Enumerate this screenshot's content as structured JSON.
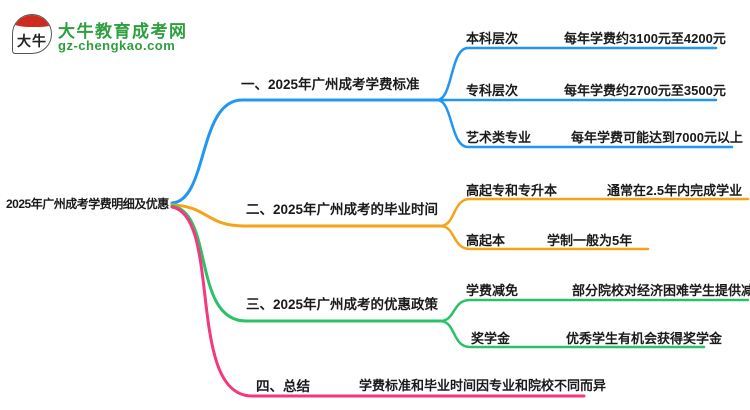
{
  "logo": {
    "icon_text": "大牛",
    "site_name": "大牛教育成考网",
    "site_url": "gz-chengkao.com"
  },
  "root": {
    "title": "2025年广州成考学费明细及优惠"
  },
  "branches": [
    {
      "label": "一、2025年广州成考学费标准",
      "color": "#2196F3",
      "children": [
        {
          "label": "本科层次",
          "value": "每年学费约3100元至4200元"
        },
        {
          "label": "专科层次",
          "value": "每年学费约2700元至3500元"
        },
        {
          "label": "艺术类专业",
          "value": "每年学费可能达到7000元以上"
        }
      ]
    },
    {
      "label": "二、2025年广州成考的毕业时间",
      "color": "#F5A31A",
      "children": [
        {
          "label": "高起专和专升本",
          "value": "通常在2.5年内完成学业"
        },
        {
          "label": "高起本",
          "value": "学制一般为5年"
        }
      ]
    },
    {
      "label": "三、2025年广州成考的优惠政策",
      "color": "#2BC168",
      "children": [
        {
          "label": "学费减免",
          "value": "部分院校对经济困难学生提供减免"
        },
        {
          "label": "奖学金",
          "value": "优秀学生有机会获得奖学金"
        }
      ]
    },
    {
      "label": "四、总结",
      "color": "#F5377E",
      "summary": "学费标准和毕业时间因专业和院校不同而异",
      "children": []
    }
  ],
  "colors": {
    "logo_green": "#2E9E3F",
    "logo_red": "#CE2A1E",
    "text": "#1A1A1A",
    "background": "#FFFFFF"
  }
}
